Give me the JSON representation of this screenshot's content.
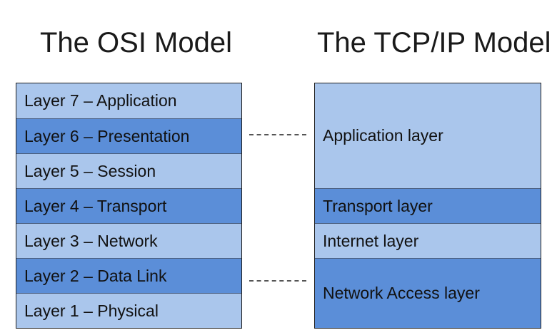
{
  "osi": {
    "title": "The OSI Model",
    "layers": [
      {
        "label": "Layer 7 – Application",
        "shade": "light"
      },
      {
        "label": "Layer 6 – Presentation",
        "shade": "dark"
      },
      {
        "label": "Layer 5 – Session",
        "shade": "light"
      },
      {
        "label": "Layer 4 – Transport",
        "shade": "dark"
      },
      {
        "label": "Layer 3 – Network",
        "shade": "light"
      },
      {
        "label": "Layer 2 – Data Link",
        "shade": "dark"
      },
      {
        "label": "Layer 1 – Physical",
        "shade": "light"
      }
    ]
  },
  "tcpip": {
    "title": "The TCP/IP Model",
    "layers": [
      {
        "label": "Application layer",
        "shade": "light",
        "spans_osi_layers": 3
      },
      {
        "label": "Transport layer",
        "shade": "dark",
        "spans_osi_layers": 1
      },
      {
        "label": "Internet layer",
        "shade": "light",
        "spans_osi_layers": 1
      },
      {
        "label": "Network Access layer",
        "shade": "dark",
        "spans_osi_layers": 2
      }
    ]
  },
  "colors": {
    "light_layer": "#aac6ec",
    "dark_layer": "#5b8ed8",
    "border": "#1f1f1f",
    "connector": "#555555"
  }
}
